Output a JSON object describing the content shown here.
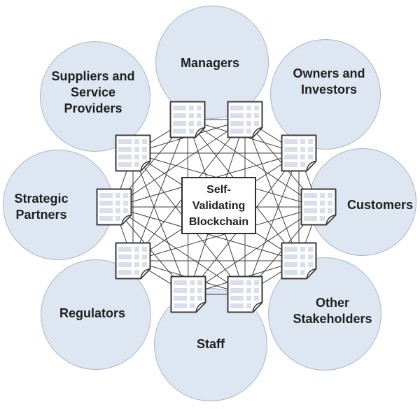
{
  "title": "Self-Validating Blockchain stakeholder diagram",
  "center": {
    "label": "Self-\nValidating\nBlockchain"
  },
  "stakeholders": [
    {
      "label": "Suppliers and\nService\nProviders"
    },
    {
      "label": "Managers"
    },
    {
      "label": "Owners and\nInvestors"
    },
    {
      "label": "Strategic\nPartners"
    },
    {
      "label": "Customers"
    },
    {
      "label": "Regulators"
    },
    {
      "label": "Staff"
    },
    {
      "label": "Other\nStakeholders"
    }
  ],
  "ledger_icons": {
    "name": "ledger-document-icon",
    "count": 10
  },
  "mesh": {
    "type": "complete-graph",
    "edge_count": 45
  },
  "colors": {
    "background": "#ffffff",
    "circle_fill": "#dde6f1",
    "circle_border": "#a9b7c9",
    "mesh_line": "#3c3c3c",
    "icon_border": "#3a3a3a",
    "icon_fill": "#ffffff",
    "icon_rows": "#d8deea",
    "box_border": "#303030",
    "box_fill": "#ffffff",
    "text": "#1f1f1f"
  }
}
